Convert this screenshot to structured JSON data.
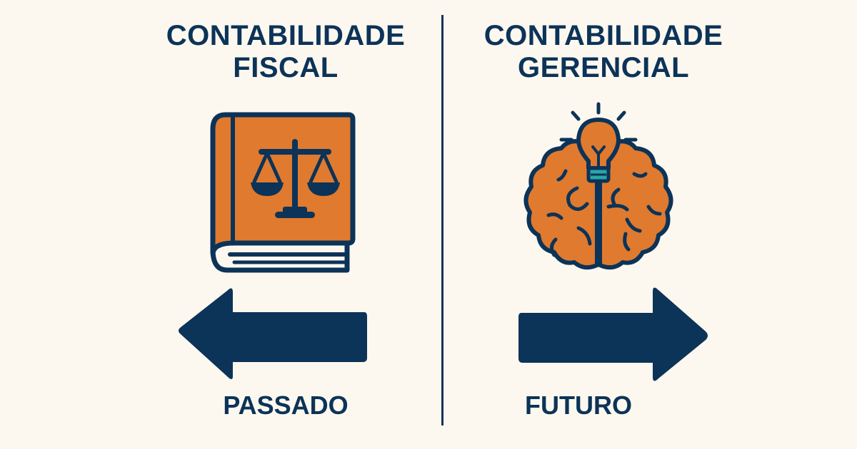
{
  "colors": {
    "background": "#fdf8ef",
    "navy": "#0c3358",
    "orange": "#e07a2e",
    "teal": "#2aa6a6",
    "page_white": "#fdf8ef"
  },
  "left": {
    "title_line1": "CONTABILIDADE",
    "title_line2": "FISCAL",
    "icon": "law-book-scales-icon",
    "arrow": "arrow-left-icon",
    "label": "PASSADO"
  },
  "right": {
    "title_line1": "CONTABILIDADE",
    "title_line2": "GERENCIAL",
    "icon": "brain-lightbulb-icon",
    "arrow": "arrow-right-icon",
    "label": "FUTURO"
  }
}
